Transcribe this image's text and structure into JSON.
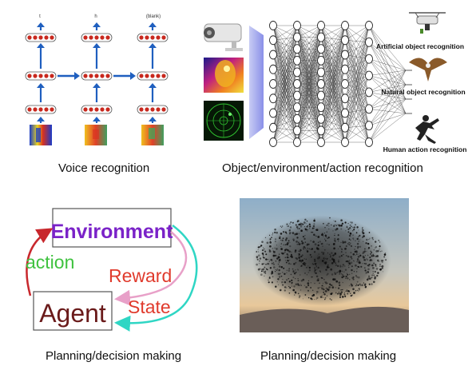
{
  "panels": [
    {
      "caption": "Voice recognition",
      "rnn_labels": [
        "t",
        "h",
        "(blank)"
      ]
    },
    {
      "caption": "Object/environment/action recognition",
      "outputs": [
        "Artificial object recognition",
        "Natural object recognition",
        "Human action recognition"
      ]
    },
    {
      "caption": "Planning/decision making",
      "rl": {
        "environment": "Environment",
        "agent": "Agent",
        "action": "action",
        "reward": "Reward",
        "state": "State"
      }
    },
    {
      "caption": "Planning/decision making"
    }
  ],
  "colors": {
    "rnn_arrow": "#1f5fbf",
    "environment_text": "#7a22c8",
    "action_text": "#3fc23f",
    "reward_text": "#e03a2c",
    "state_text": "#e03a2c",
    "cycle_arrow_red": "#c8282d",
    "cycle_arrow_pink": "#e8a0c8",
    "cycle_arrow_cyan": "#2fd6c4"
  }
}
